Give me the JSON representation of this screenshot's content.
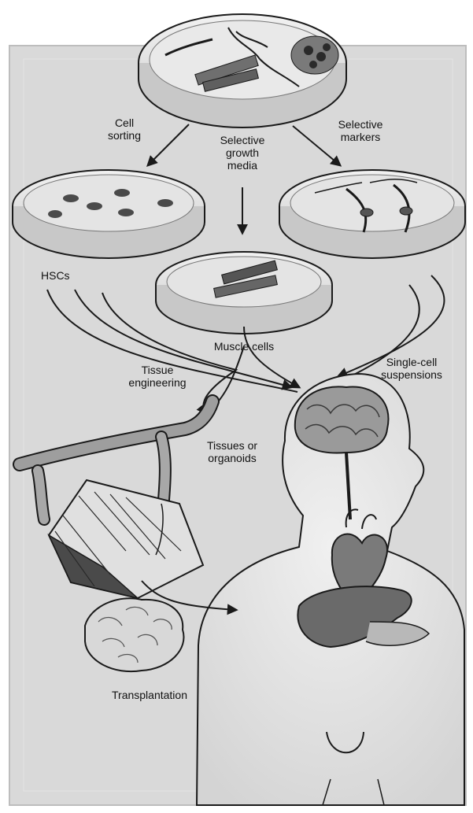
{
  "labels": {
    "cell_sorting": [
      "Cell",
      "sorting"
    ],
    "selective_growth_media": [
      "Selective",
      "growth",
      "media"
    ],
    "selective_markers": [
      "Selective",
      "markers"
    ],
    "hscs": "HSCs",
    "muscle_cells": "Muscle cells",
    "tissue_engineering": [
      "Tissue",
      "engineering"
    ],
    "single_cell_suspensions": [
      "Single-cell",
      "suspensions"
    ],
    "tissues_or_organoids": [
      "Tissues or",
      "organoids"
    ],
    "transplantation": "Transplantation"
  },
  "colors": {
    "panel_background": "#d9d9d9",
    "dish_fill": "#e8e8e8",
    "dish_rim": "#bdbdbd",
    "body_fill": "#e6e6e6",
    "organ_fill": "#8a8a8a",
    "outline": "#1a1a1a"
  },
  "icons": [
    "petri-dish-icon",
    "human-body-icon",
    "brain-icon",
    "heart-icon",
    "liver-icon",
    "blood-vessel-icon",
    "tissue-patch-icon",
    "organoid-icon",
    "arrow-icon"
  ]
}
